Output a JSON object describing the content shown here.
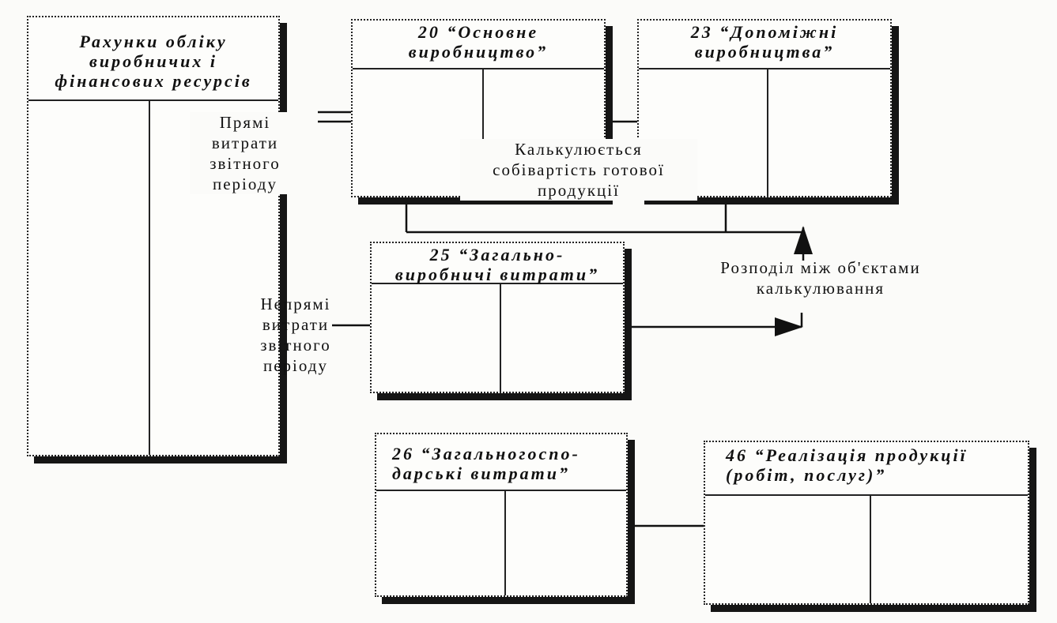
{
  "accounts": {
    "resources": {
      "title": "Рахунки обліку\nвиробничих і\nфінансових ресурсів"
    },
    "main_production": {
      "title": "20 “Основне\nвиробництво”"
    },
    "auxiliary_production": {
      "title": "23 “Допоміжні\nвиробництва”"
    },
    "overhead": {
      "title": "25 “Загально-\nвиробничі витрати”"
    },
    "general_admin": {
      "title": "26 “Загальногоспо-\nдарські витрати”"
    },
    "sales": {
      "title": "46 “Реалізація продукції\n(робіт, послуг)”"
    }
  },
  "labels": {
    "direct_costs": "Прямі\nвитрати\nзвітного\nперіоду",
    "indirect_costs": "Непрямі\nвитрати\nзвітного\nперіоду",
    "cost_calculation": "Калькулюється\nсобівартість готової\nпродукції",
    "allocation": "Розподіл між об'єктами\nкалькулювання"
  }
}
